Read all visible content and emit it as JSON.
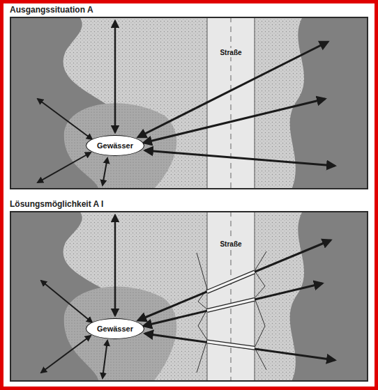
{
  "diagram": {
    "nodes": [
      {
        "text": [
          "Ausgangssituation A"
        ]
      },
      {
        "text": [
          "Gewässer"
        ],
        "in": 0
      },
      {
        "text": [
          "Straße"
        ],
        "in": 0
      },
      {
        "text": [
          "Lösungsmöglichkeit A I"
        ]
      },
      {
        "text": [
          "Gewässer"
        ],
        "in": 3
      },
      {
        "text": [
          "Straße"
        ],
        "in": 3
      }
    ]
  }
}
